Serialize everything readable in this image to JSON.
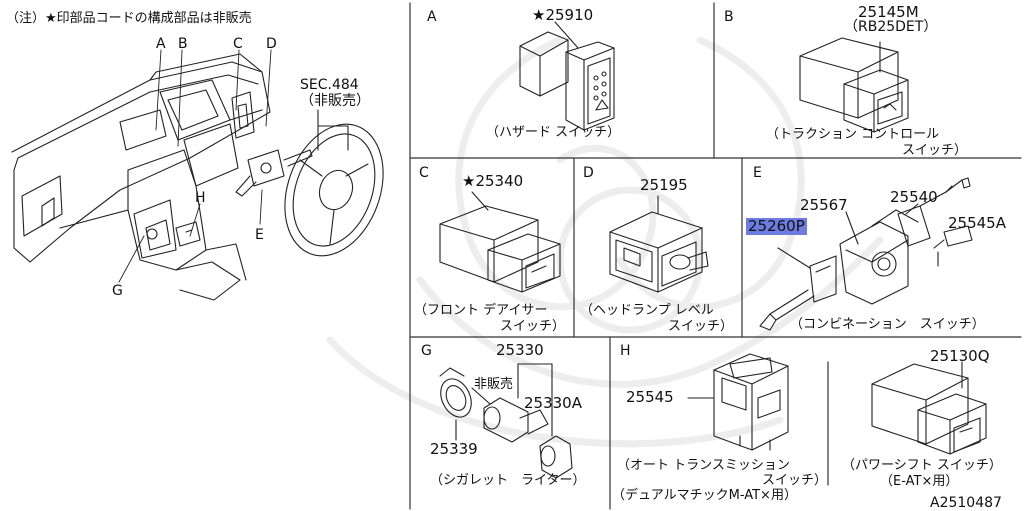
{
  "note": "（注）★印部品コードの構成部品は非販売",
  "overview": {
    "labels": {
      "A": "A",
      "B": "B",
      "C": "C",
      "D": "D",
      "E": "E",
      "G": "G",
      "H": "H"
    },
    "sec": "SEC.484",
    "sec_note": "（非販売）"
  },
  "panels": {
    "A": {
      "letter": "A",
      "part": "★25910",
      "caption": "（ハザード スイッチ）"
    },
    "B": {
      "letter": "B",
      "part": "25145M",
      "part_sub": "（RB25DET）",
      "caption1": "（トラクション コントロール",
      "caption2": "スイッチ）"
    },
    "C": {
      "letter": "C",
      "part": "★25340",
      "caption1": "（フロント デアイサー",
      "caption2": "スイッチ）"
    },
    "D": {
      "letter": "D",
      "part": "25195",
      "caption1": "（ヘッドランプ レベル",
      "caption2": "スイッチ）"
    },
    "E": {
      "letter": "E",
      "part_main": "25567",
      "part_a": "25540",
      "part_b": "25545A",
      "part_hl": "25260P",
      "caption": "（コンビネーション　スイッチ）"
    },
    "G": {
      "letter": "G",
      "part_top": "25330",
      "not_sold": "非販売",
      "part_a": "25330A",
      "part_b": "25339",
      "caption": "（シガレット　ライター）"
    },
    "H": {
      "letter": "H",
      "part": "25545",
      "caption1": "（オート トランスミッション",
      "caption2": "スイッチ）",
      "caption3": "（デュアルマチックM-AT×用）"
    },
    "P": {
      "part": "25130Q",
      "caption1": "（パワーシフト スイッチ）",
      "caption2": "（E-AT×用）"
    }
  },
  "ref": "A2510487"
}
